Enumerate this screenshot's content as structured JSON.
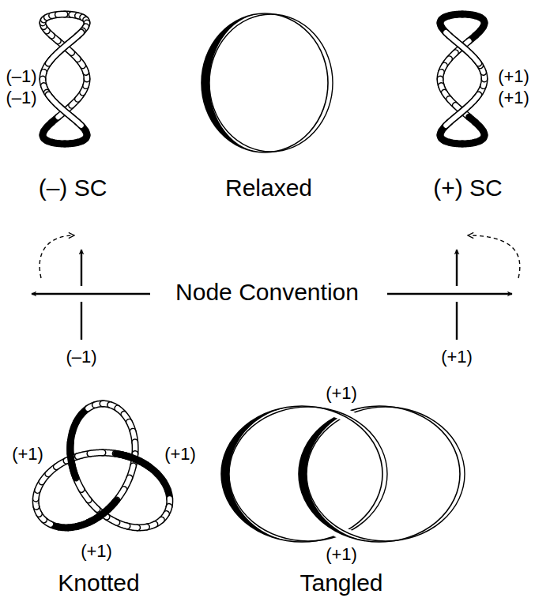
{
  "diagram": {
    "labels": [
      "(–1)",
      "(–1)",
      "(+1)",
      "(+1)",
      "(–) SC",
      "Relaxed",
      "(+) SC",
      "Node Convention",
      "(–1)",
      "(+1)",
      "(+1)",
      "(+1)",
      "(+1)",
      "(+1)",
      "(+1)",
      "Knotted",
      "Tangled"
    ]
  }
}
